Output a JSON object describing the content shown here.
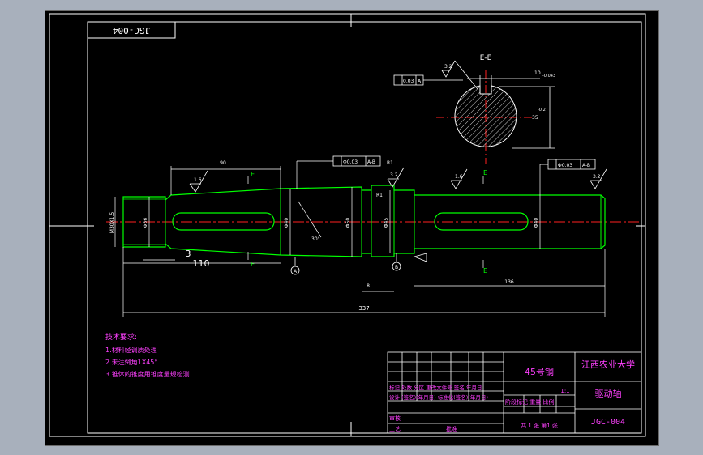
{
  "drawing_code": "JGC-004",
  "code_mirrored": "JGC-004",
  "section_label": "E-E",
  "section_dims": {
    "roughness": "3.2",
    "key_width": "10",
    "key_tol": "-0.043",
    "depth": "35",
    "depth_tol": "-0.2",
    "runout": "0.03",
    "runout_datum": "A"
  },
  "main_dims": {
    "d_tc1": "Φ0.03",
    "d_tc1_datum": "A-B",
    "d_tc2": "Φ0.03",
    "d_tc2_datum": "A-B",
    "len_total": "337",
    "len_left": "110",
    "len_right": "136",
    "step_3": "3",
    "gap_8": "8",
    "r1": "R1",
    "r2": "R1",
    "angle": "30°",
    "thread": "M30X1.5",
    "dia_left": "Φ36",
    "dia_mid1": "Φ40",
    "dia_mid2": "Φ50",
    "dia_mid3": "Φ45",
    "dia_right": "Φ40",
    "len_90": "90",
    "rough_a": "1.6",
    "rough_b": "3.2",
    "rough_c": "1.6",
    "rough_d": "3.2",
    "section_mark": "E",
    "datum_a": "A",
    "datum_b": "B"
  },
  "tech_requirements": {
    "title": "技术要求:",
    "items": [
      "1.材料经调质处理",
      "2.未注倒角1X45°",
      "3.锥体的锥度用锥度量规检测"
    ]
  },
  "title_block": {
    "material": "45号钢",
    "school": "江西农业大学",
    "part_name": "驱动轴",
    "code": "JGC-004",
    "scale": "1:1",
    "sheet": "共 1 张 第1 张",
    "row_labels": [
      "标记 处数 分区 更改文件号 签名 年月日",
      "设计 (签名)(年月日) 标准化(签名)(年月日)",
      "审核",
      "工艺",
      "批准"
    ],
    "stage_label": "阶段标记 重量 比例"
  },
  "colors": {
    "frame": "#ffffff",
    "part": "#00ff00",
    "center": "#ff2020",
    "dim": "#ffffff",
    "magenta_text": "#ff40ff",
    "title_text": "#ff40ff",
    "hatch": "#ffffff",
    "viewport_bg": "#000000",
    "page_bg": "#a8b0bc"
  }
}
